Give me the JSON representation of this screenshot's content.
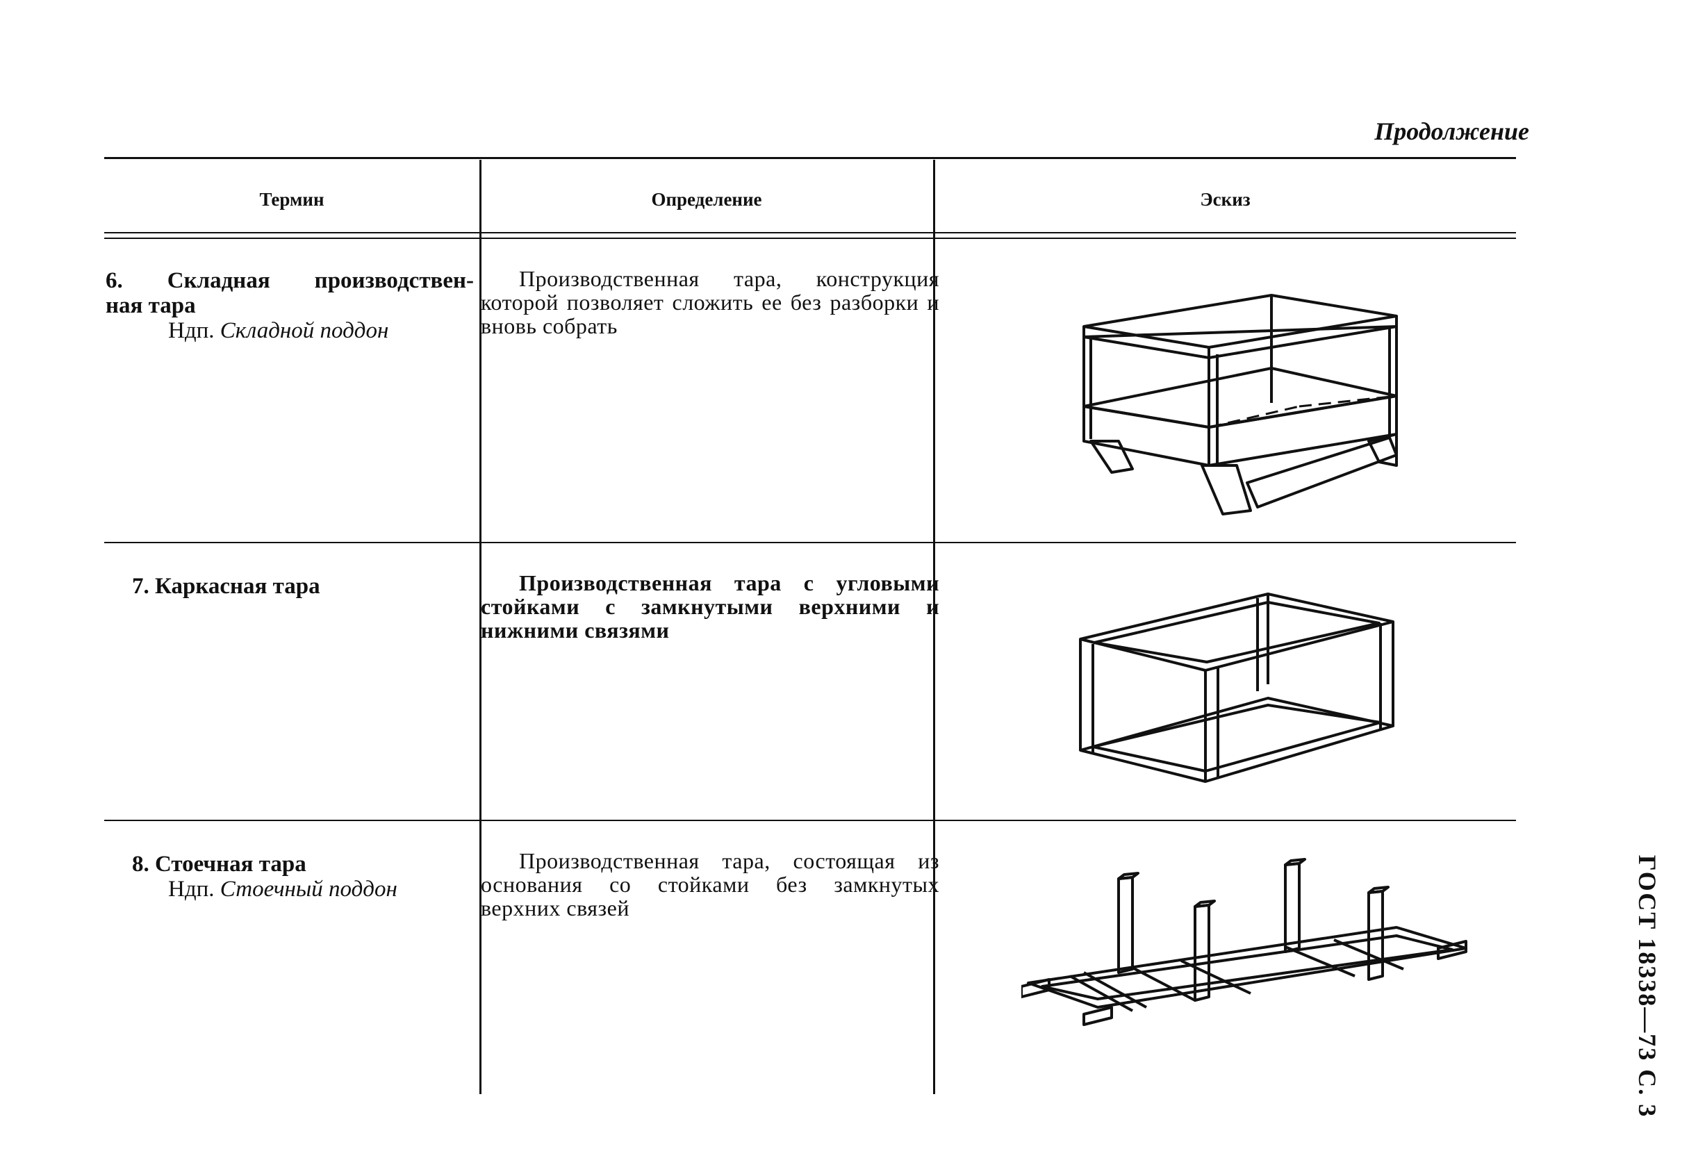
{
  "page": {
    "continuation": "Продолжение",
    "side_label": "ГОСТ 18338—73 С. 3"
  },
  "table": {
    "headers": {
      "term": "Термин",
      "definition": "Определение",
      "sketch": "Эскиз"
    },
    "rows": [
      {
        "term_line1": "6. Складная производствен-",
        "term_line2": "ная тара",
        "ndp_prefix": "Ндп.",
        "ndp_value": "Складной поддон",
        "definition": "Производственная тара, конструкция которой позволяет сложить ее без разборки и вновь собрать",
        "definition_bold": false,
        "sketch_icon": "folding-container-sketch"
      },
      {
        "term_line1": "7. Каркасная тара",
        "term_line2": "",
        "ndp_prefix": "",
        "ndp_value": "",
        "definition": "Производственная тара с угловыми стойками с замкнутыми верхними и нижними связями",
        "definition_bold": true,
        "sketch_icon": "frame-container-sketch"
      },
      {
        "term_line1": "8. Стоечная тара",
        "term_line2": "",
        "ndp_prefix": "Ндп.",
        "ndp_value": "Стоечный поддон",
        "definition": "Производственная тара, состоящая из основания со стойками без замкнутых верхних связей",
        "definition_bold": false,
        "sketch_icon": "post-pallet-sketch"
      }
    ]
  }
}
